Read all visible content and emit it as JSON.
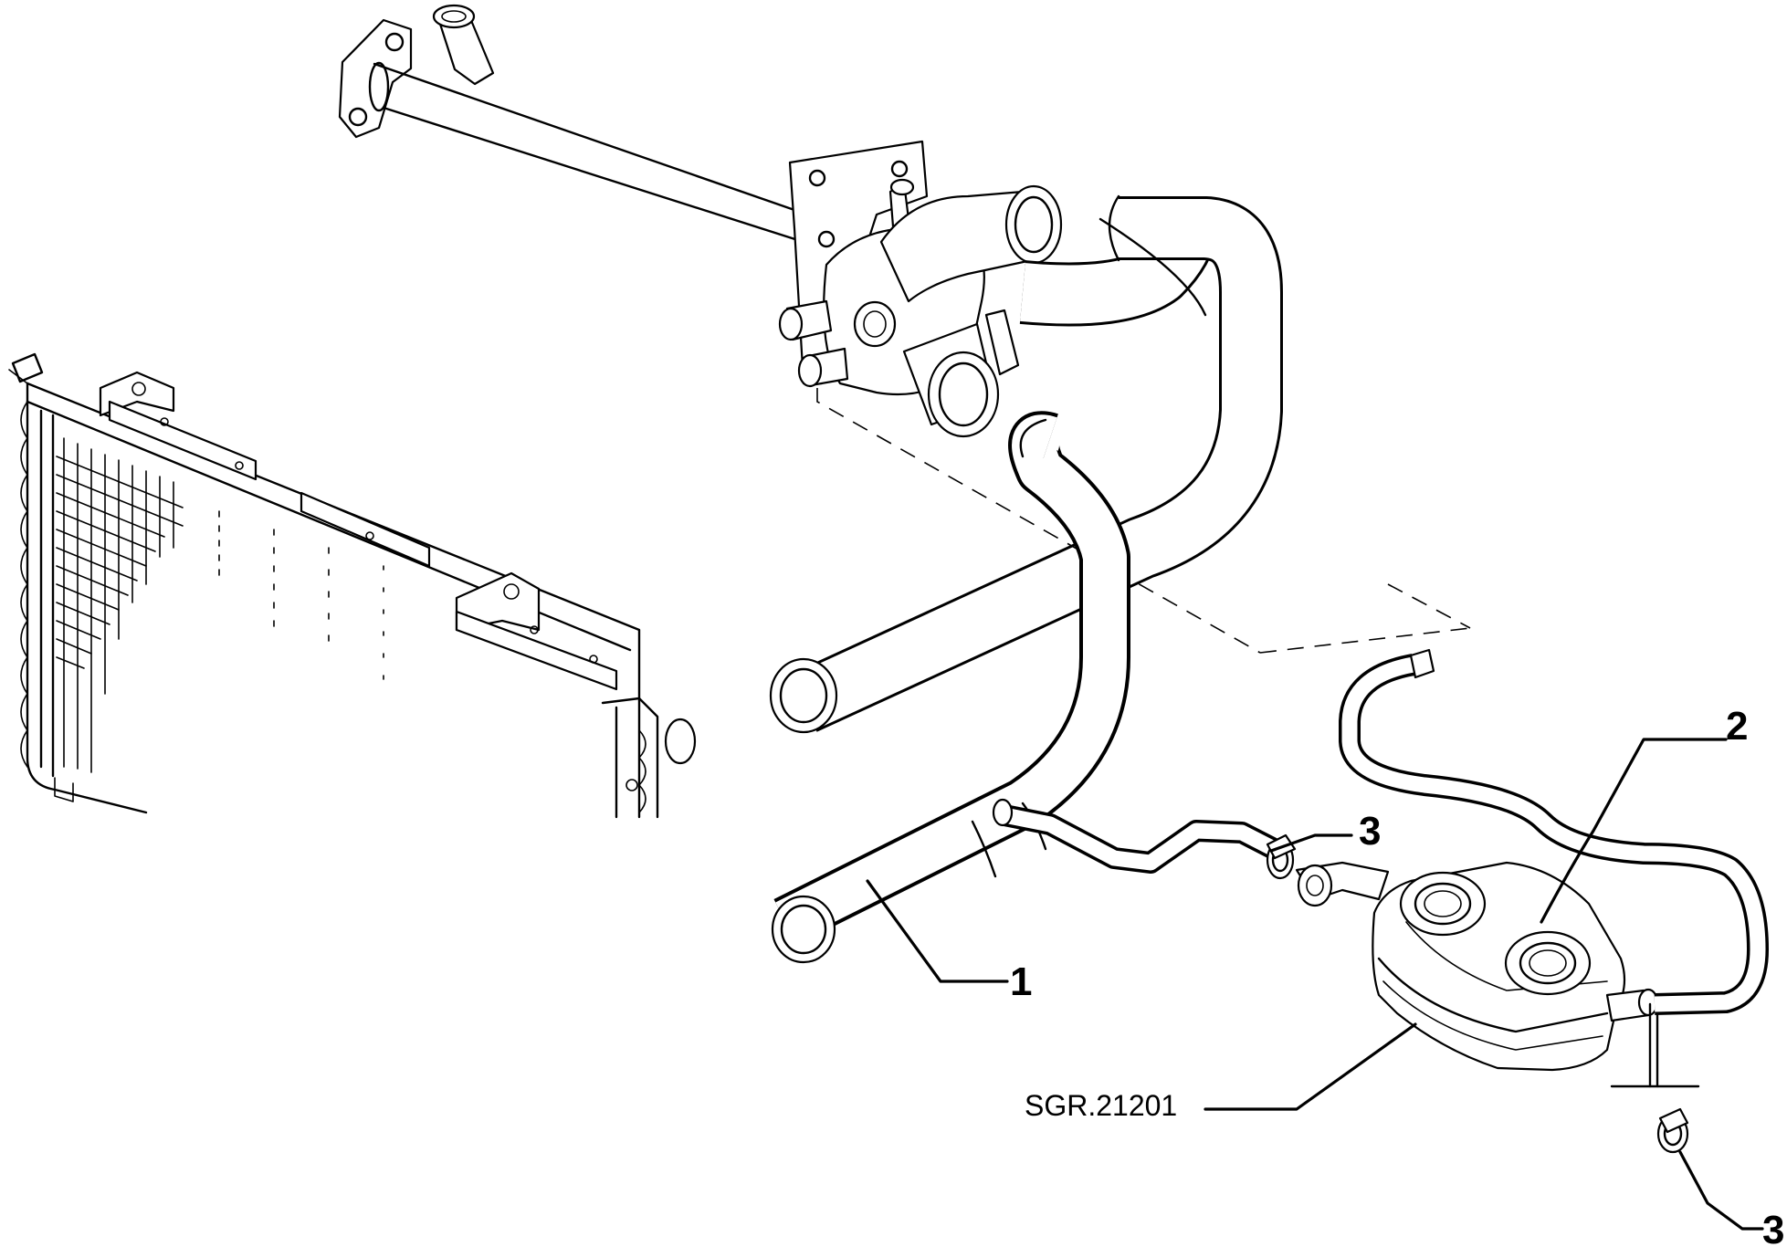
{
  "callouts": [
    {
      "id": "callout-1",
      "text": "1"
    },
    {
      "id": "callout-2",
      "text": "2"
    },
    {
      "id": "callout-3-upper",
      "text": "3"
    },
    {
      "id": "callout-3-lower",
      "text": "3"
    }
  ],
  "reference": {
    "text": "SGR.21201"
  }
}
